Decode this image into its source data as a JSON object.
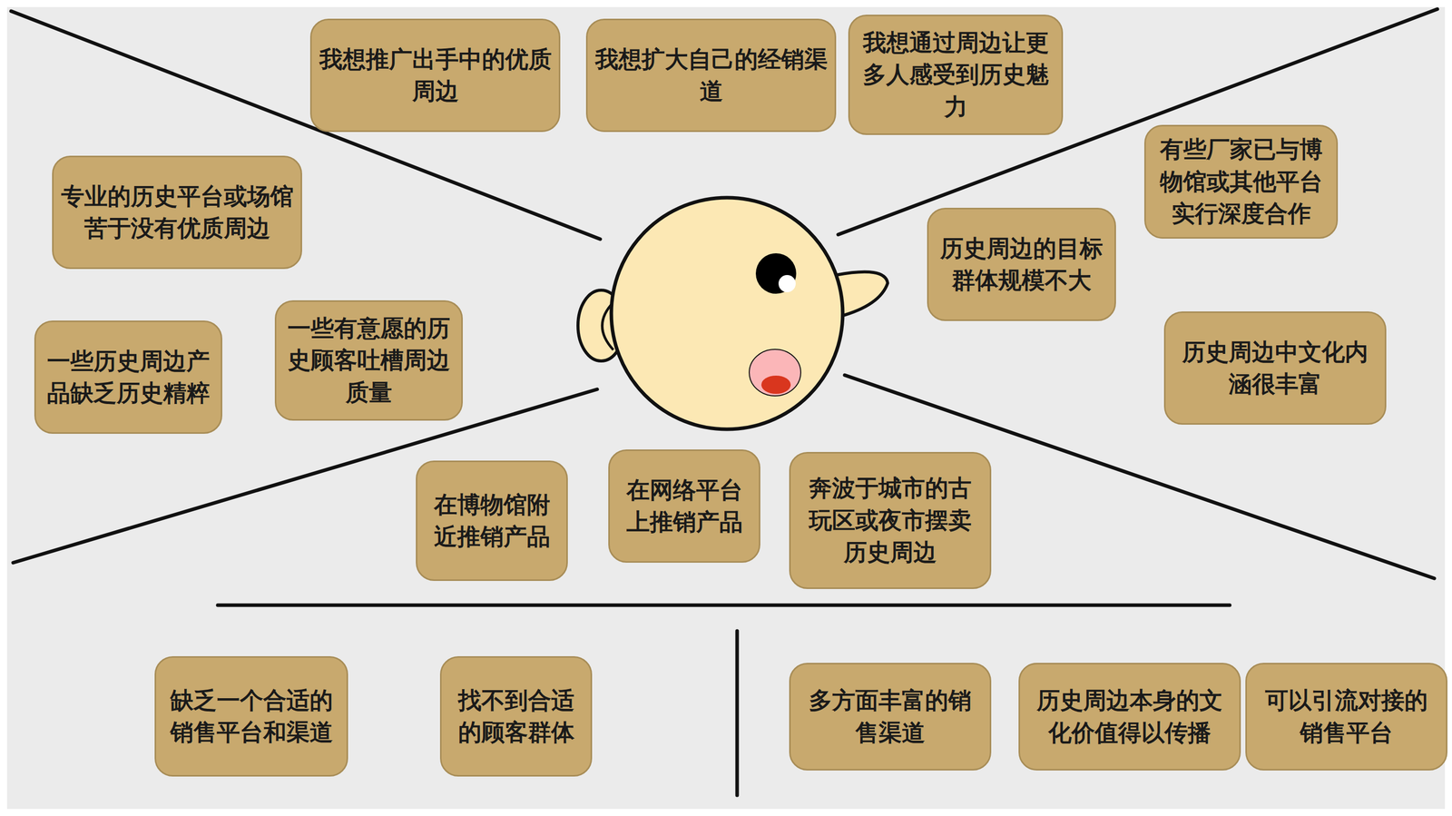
{
  "diagram": {
    "nodes": [
      {
        "text": [
          "我想推广出手中的优质周边"
        ]
      },
      {
        "text": [
          "我想扩大自己的经销渠道"
        ]
      },
      {
        "text": [
          "我想通过周边让更多人感受到历史魅力"
        ]
      },
      {
        "text": [
          "专业的历史平台或场馆苦于没有优质周边"
        ]
      },
      {
        "text": [
          "一些历史周边产品缺乏历史精粹"
        ]
      },
      {
        "text": [
          "一些有意愿的历史顾客吐槽周边质量"
        ]
      },
      {
        "text": [
          "有些厂家已与博物馆或其他平台实行深度合作"
        ]
      },
      {
        "text": [
          "历史周边的目标群体规模不大"
        ]
      },
      {
        "text": [
          "历史周边中文化内涵很丰富"
        ]
      },
      {
        "text": [
          "在博物馆附近推销产品"
        ]
      },
      {
        "text": [
          "在网络平台上推销产品"
        ]
      },
      {
        "text": [
          "奔波于城市的古玩区或夜市摆卖历史周边"
        ]
      },
      {
        "text": [
          "缺乏一个合适的销售平台和渠道"
        ]
      },
      {
        "text": [
          "找不到合适的顾客群体"
        ]
      },
      {
        "text": [
          "多方面丰富的销售渠道"
        ]
      },
      {
        "text": [
          "历史周边本身的文化价值得以传播"
        ]
      },
      {
        "text": [
          "可以引流对接的销售平台"
        ]
      }
    ]
  }
}
